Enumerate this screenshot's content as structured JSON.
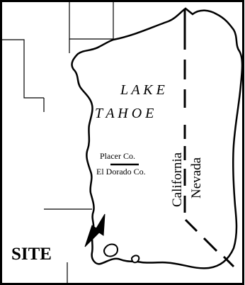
{
  "map": {
    "lake_label_line1": "L  A  K  E",
    "lake_label_line2": "T  A  H  O  E",
    "county_north": "Placer Co.",
    "county_south": "El Dorado Co.",
    "state_west": "California",
    "state_east": "Nevada",
    "site_label": "SITE"
  },
  "colors": {
    "ink": "#000000",
    "paper": "#ffffff"
  },
  "icons": {
    "site_marker": "site-arrow-icon"
  }
}
